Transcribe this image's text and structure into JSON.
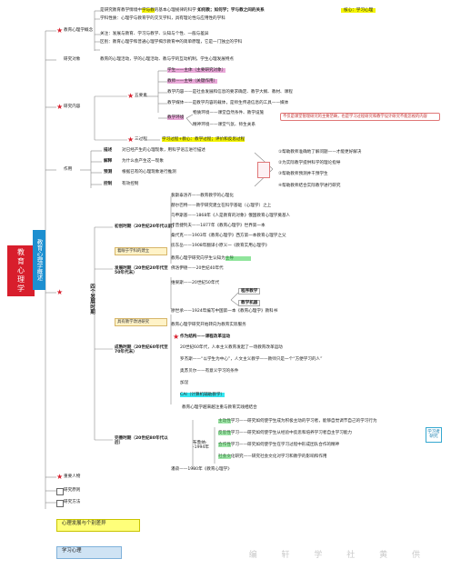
{
  "root": "教育心理学",
  "subtitle": "教育心理学概述",
  "four_periods": "四个发展时期",
  "top": {
    "concept_head": "教育心理学概念",
    "def_a": "是研究教育教学情境中",
    "def_b": "学与教",
    "def_c": "的基本心理规律的科学",
    "def_d": "如何教；如何学；学与教之间的关系",
    "core": "核心：学习心理",
    "nature": "学科性质：心理学与教育学的交叉学科，具有理论性与应用性的学科",
    "focus": "关注：发展与教育、学习与教学、认知与个性、一般与差异",
    "diff": "区别：教育心理学和普通心理学揭示教育中的简单原理，它是一门独立的学科",
    "object_head": "研究对象",
    "object": "教育的心理活动，学的心理活动、教与学的互动机制，学生心理发展特点"
  },
  "content": {
    "head": "研究内容",
    "five": "五要素",
    "student": "学生——主体（主要研究对象）",
    "teacher": "教师——主导（关键作用）",
    "teaching_content": "教学内容——是社会发展和信息的要求确定、教学大纲、教材、课程",
    "teaching_media": "教学媒体——是教学内容的载体，是师生传递信息的工具——媒体",
    "env_head": "教学环境",
    "env1": "物质环境——课堂自然条件、教学设施",
    "env2": "精神环境——课堂气氛、师生关系",
    "three": "三过程",
    "process": "学习过程+教心：教学过程；评价和反思过程",
    "callout": "不仅是课堂管理研究的主要范畴，也是学习过程研究和教学设计研究不能忽视的内容"
  },
  "role": {
    "head": "作用",
    "items": [
      {
        "k": "描述",
        "v": "对已经产生的心理现象，用科学语言进行描述"
      },
      {
        "k": "解释",
        "v": "为什么会产生这一现象"
      },
      {
        "k": "预测",
        "v": "根据已有的心理现象进行推测"
      },
      {
        "k": "控制",
        "v": "有效控制"
      }
    ],
    "right": [
      "①帮助教师准确地了解问题——才能更好解决",
      "②为实际教学提供科学的理论指导",
      "③帮助教师预测并干预学生",
      "④帮助教师结合实际教学进行研究"
    ]
  },
  "history": {
    "p1_head": "初创时期（20世纪20年代以前）",
    "p1": [
      "裴斯泰洛齐——教育教学的心理化",
      "赫尔巴特——教学研究建立在科学基础（心理学）之上",
      "乌申斯基——1868年《人是教育的对象》俄国教育心理学奠基人",
      "卡普捷列夫——1877年《教育心理学》世界第一本",
      "桑代克——1903年《教育心理学》西方第一本教育心理学之父",
      "房东岳——1908年翻译小原义一《教育实用心理学》"
    ],
    "tan1": "着眼于学科的建立",
    "p2_head": "发展时期（20世纪20年代至50年代末）",
    "p2": [
      "教育心理学研究向学生认知为主导",
      "佛洛伊德——20世纪40年代",
      "维果斯——20世纪50年代",
      "廖世承——1924年编写中国第一本《教育心理学》教科书"
    ],
    "p2_r1": "程序教学",
    "p2_r2": "教学机器",
    "tan2": "具有教学改进研究",
    "p3_head": "成熟时期（20世纪60年代至70年代末）",
    "p3": [
      "教育心理学研究开始转向为教育实际服务",
      "作为结构——课程改革运动",
      "20世纪60年代，人本主义教育发起了一场教育改革运动",
      "罗杰斯——“以学生为中心”，人文主义教学——教师只是一个“方便学习的人”",
      "奥苏贝尔——有意义学习的条件",
      "加涅",
      "CAI（计算机辅助教学）"
    ],
    "p4_head": "完善时期（20世纪80年代以后）",
    "p4_top": "教育心理学越来越注重与教育实践相结合",
    "p4_mid": "布鲁纳--1994年",
    "p4": [
      "主动性学习——研究如何使学生成为积极主动的学习者，能够自觉调节自己的学习行为",
      "反思性学习——研究如何使学生从经验中反思和培养学习者自主学习能力",
      "合作性学习——研究如何使学生在学习过程中形成团队合作的精神",
      "社会文化研究——研究社会文化对学习和教学的影响和作用"
    ],
    "p4_end": "潘菽——1980年《教育心理学》",
    "right_tag": "学习者研究"
  },
  "people": "重要人物",
  "methods_h": "研究原则",
  "methods": "研究方法",
  "bar1": "心理发展与个别差异",
  "bar2": "学习心理",
  "watermark": "编 轩 学 社 黄 供"
}
